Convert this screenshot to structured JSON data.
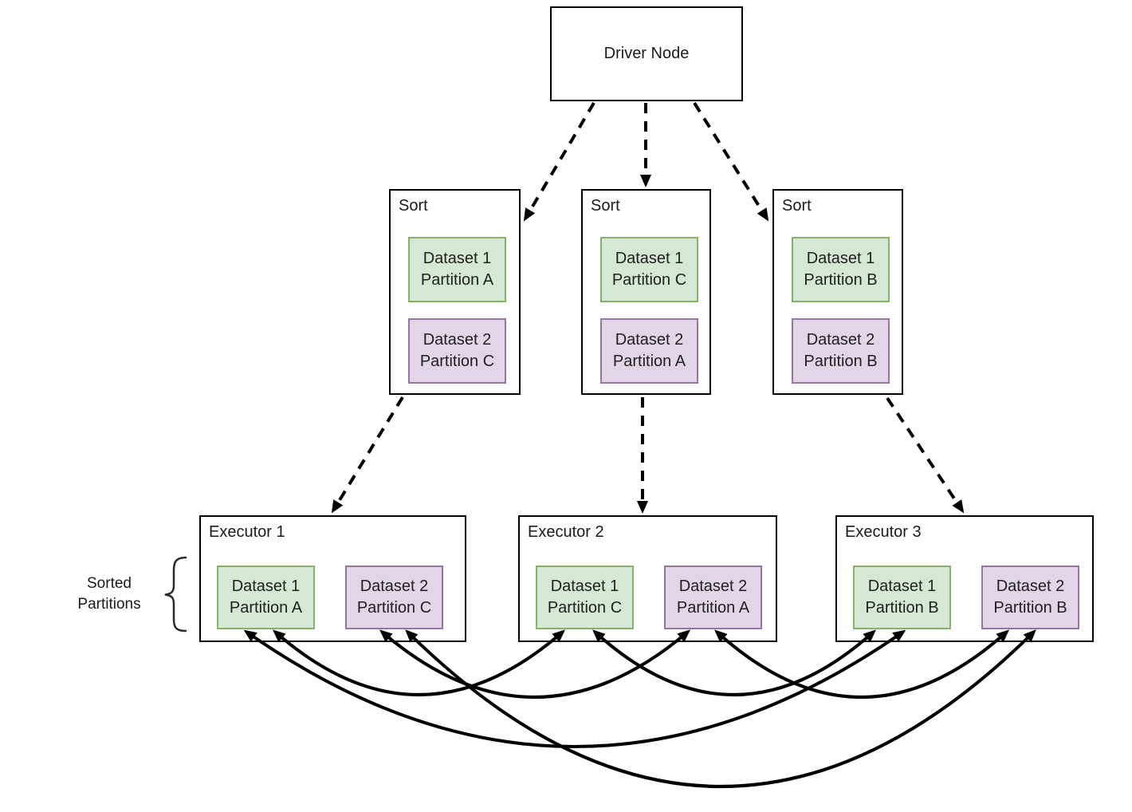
{
  "driver": {
    "label": "Driver Node"
  },
  "sorts": [
    {
      "label": "Sort",
      "partitions": [
        {
          "line1": "Dataset 1",
          "line2": "Partition A"
        },
        {
          "line1": "Dataset 2",
          "line2": "Partition C"
        }
      ]
    },
    {
      "label": "Sort",
      "partitions": [
        {
          "line1": "Dataset 1",
          "line2": "Partition C"
        },
        {
          "line1": "Dataset 2",
          "line2": "Partition A"
        }
      ]
    },
    {
      "label": "Sort",
      "partitions": [
        {
          "line1": "Dataset 1",
          "line2": "Partition B"
        },
        {
          "line1": "Dataset 2",
          "line2": "Partition B"
        }
      ]
    }
  ],
  "executors": [
    {
      "label": "Executor 1",
      "partitions": [
        {
          "line1": "Dataset 1",
          "line2": "Partition A"
        },
        {
          "line1": "Dataset 2",
          "line2": "Partition C"
        }
      ]
    },
    {
      "label": "Executor 2",
      "partitions": [
        {
          "line1": "Dataset 1",
          "line2": "Partition C"
        },
        {
          "line1": "Dataset 2",
          "line2": "Partition A"
        }
      ]
    },
    {
      "label": "Executor 3",
      "partitions": [
        {
          "line1": "Dataset 1",
          "line2": "Partition B"
        },
        {
          "line1": "Dataset 2",
          "line2": "Partition B"
        }
      ]
    }
  ],
  "annotation": {
    "line1": "Sorted",
    "line2": "Partitions"
  },
  "colors": {
    "dataset1_fill": "#d5e8d4",
    "dataset1_border": "#82b366",
    "dataset2_fill": "#e1d5e7",
    "dataset2_border": "#9673a6",
    "line": "#000000",
    "background": "#ffffff"
  }
}
